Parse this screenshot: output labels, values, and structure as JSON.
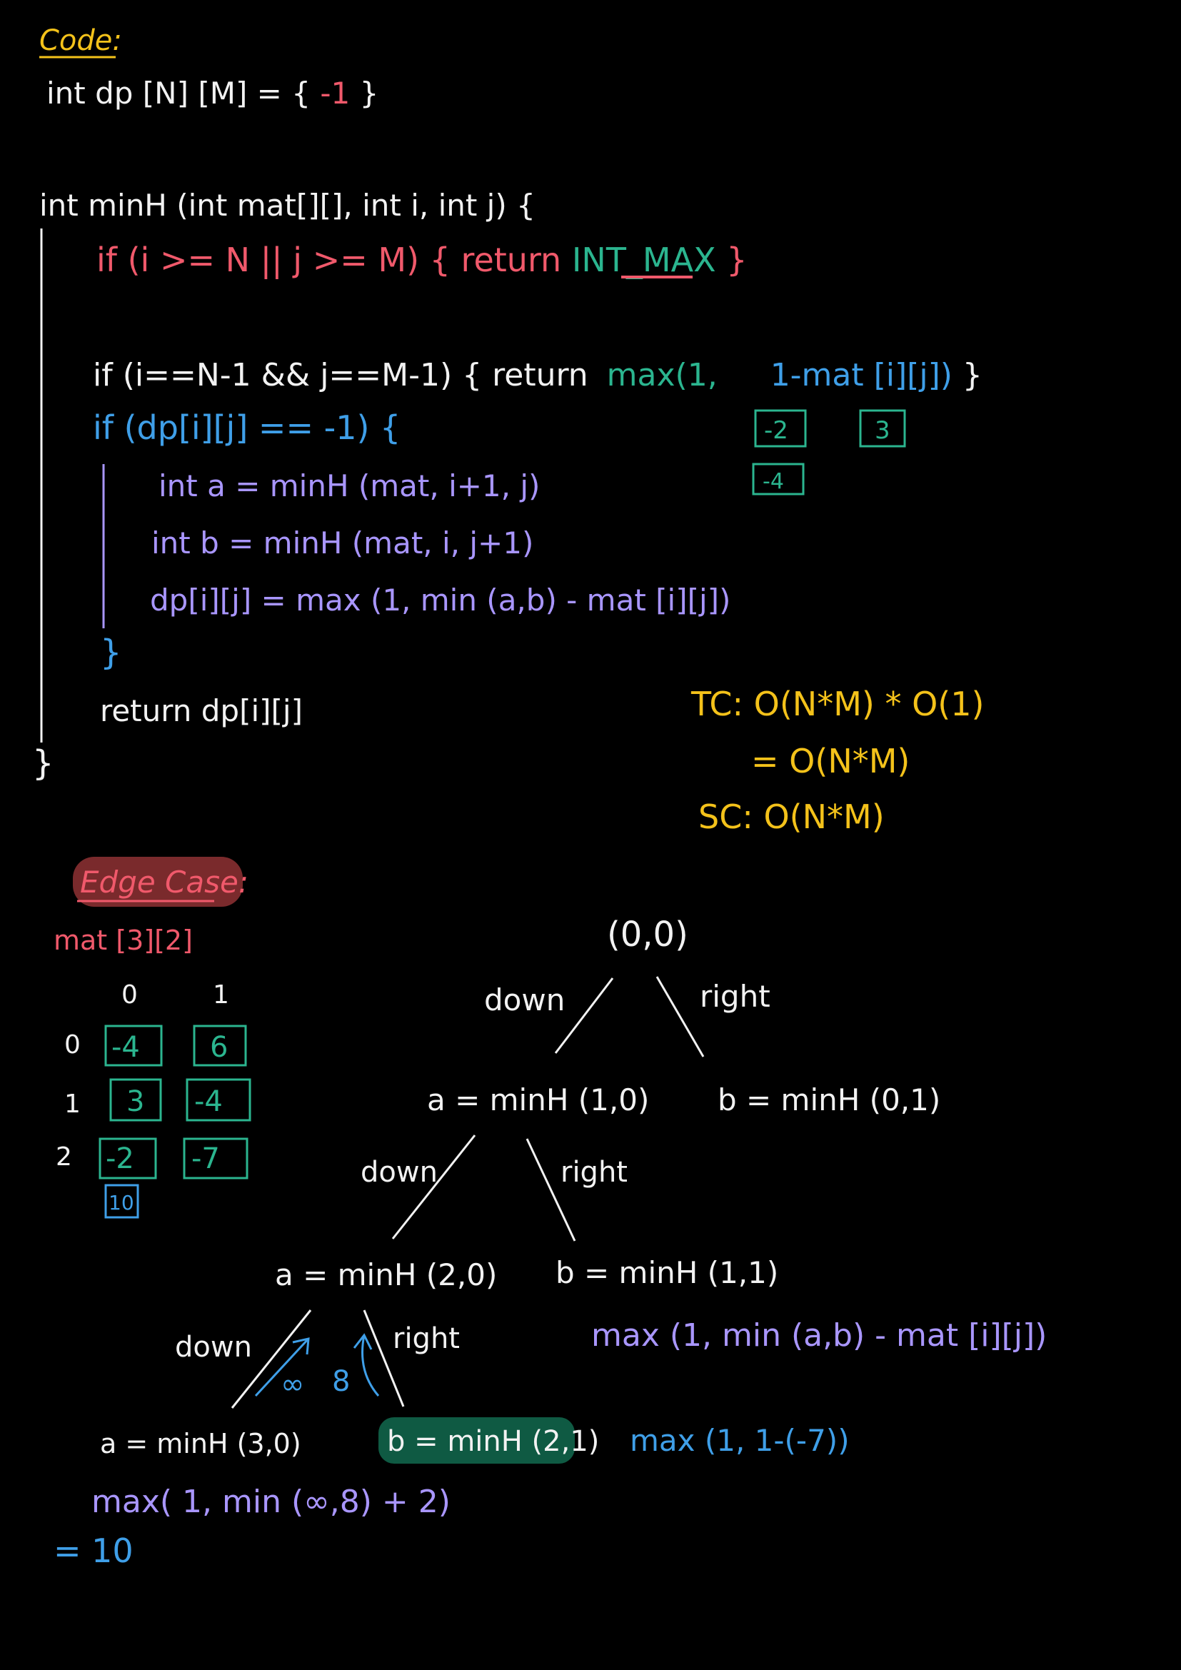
{
  "colors": {
    "background": "#000000",
    "white": "#f2f2f2",
    "red": "#f0596b",
    "blue": "#3f9fe8",
    "green": "#2bb58f",
    "yellow": "#f4c21a",
    "purple": "#a996ff",
    "highlight_red": "#7a2a2c",
    "highlight_green": "#0f5a43"
  },
  "code": {
    "heading": "Code:",
    "dp_decl_prefix": "int dp [N] [M] = {",
    "dp_decl_value": "-1",
    "dp_decl_suffix": "}",
    "func_sig": "int minH (int mat[][], int i, int j) {",
    "base_if": "if (i >= N || j >= M) { return",
    "base_ret": "INT_MAX",
    "base_close": "}",
    "dest_if": "if (i==N-1 && j==M-1) { return",
    "dest_max": "max(1,",
    "dest_expr": "1-mat [i][j])",
    "dest_close": "}",
    "dp_check": "if (dp[i][j] == -1) {",
    "line_a": "int a = minH (mat, i+1, j)",
    "line_b": "int b = minH (mat, i, j+1)",
    "line_dp": "dp[i][j] = max (1, min (a,b) - mat [i][j])",
    "inner_close": "}",
    "ret": "return dp[i][j]",
    "outer_close": "}",
    "boxes": [
      "-2",
      "3",
      "-4"
    ]
  },
  "complexity": {
    "tc": "TC: O(N*M) * O(1)",
    "tc2": "= O(N*M)",
    "sc": "SC: O(N*M)"
  },
  "edge": {
    "heading": "Edge Case:",
    "mat_label": "mat [3][2]",
    "col_headers": [
      "0",
      "1"
    ],
    "row_headers": [
      "0",
      "1",
      "2"
    ],
    "grid": [
      [
        "-4",
        "6"
      ],
      [
        "3",
        "-4"
      ],
      [
        "-2",
        "-7"
      ]
    ],
    "extra": "10"
  },
  "tree": {
    "root": "(0,0)",
    "down1": "down",
    "right1": "right",
    "a1": "a = minH (1,0)",
    "b1": "b = minH (0,1)",
    "down2": "down",
    "right2": "right",
    "a2": "a = minH (2,0)",
    "b2": "b = minH (1,1)",
    "down3": "down",
    "right3": "right",
    "inf": "∞",
    "eight": "8",
    "a3": "a = minH (3,0)",
    "b3": "b = minH (2,1)",
    "max_formula": "max (1, min (a,b) - mat [i][j])",
    "max_eval": "max (1, 1-(-7))",
    "calc": "max( 1, min (∞,8) + 2)",
    "result": "= 10"
  }
}
